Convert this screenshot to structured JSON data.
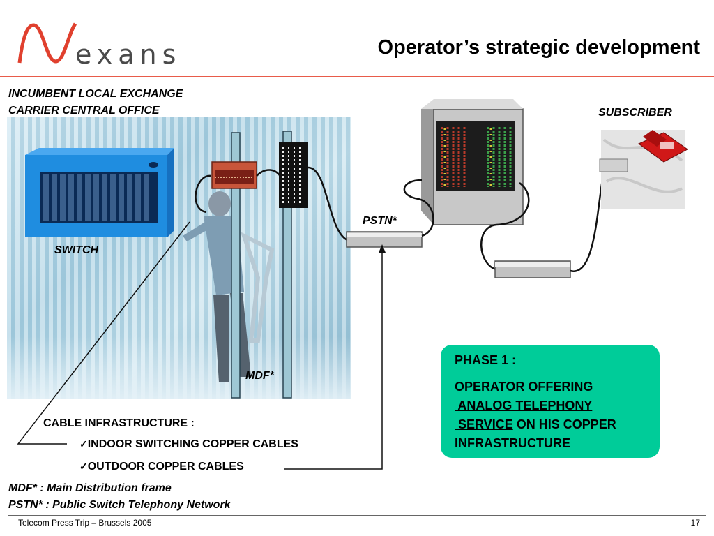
{
  "header": {
    "logo_text": "exans",
    "title": "Operator’s strategic development"
  },
  "diagram": {
    "office_heading_line1": "INCUMBENT LOCAL EXCHANGE",
    "office_heading_line2": "CARRIER CENTRAL OFFICE",
    "subscriber_label": "SUBSCRIBER",
    "switch_label": "SWITCH",
    "pstn_label": "PSTN*",
    "mdf_label": "MDF*",
    "cable_heading": "CABLE INFRASTRUCTURE :",
    "cable_items": [
      "INDOOR SWITCHING COPPER CABLES",
      "OUTDOOR COPPER CABLES"
    ],
    "check_glyph": "✓"
  },
  "phase": {
    "title": "PHASE 1 :",
    "line1": "OPERATOR OFFERING",
    "line2_underlined": " ANALOG TELEPHONY",
    "line3_underlined": " SERVICE",
    "line3_rest": " ON HIS COPPER",
    "line4": "INFRASTRUCTURE",
    "box_color": "#00cc99"
  },
  "notes": {
    "mdf": "MDF* : Main Distribution frame",
    "pstn": "PSTN* : Public Switch Telephony Network"
  },
  "footer": {
    "event": "Telecom Press Trip – Brussels 2005",
    "page_number": "17"
  },
  "colors": {
    "accent_rule": "#e85b4a",
    "logo_red": "#e0402e",
    "switch_blue": "#1f8de0"
  }
}
